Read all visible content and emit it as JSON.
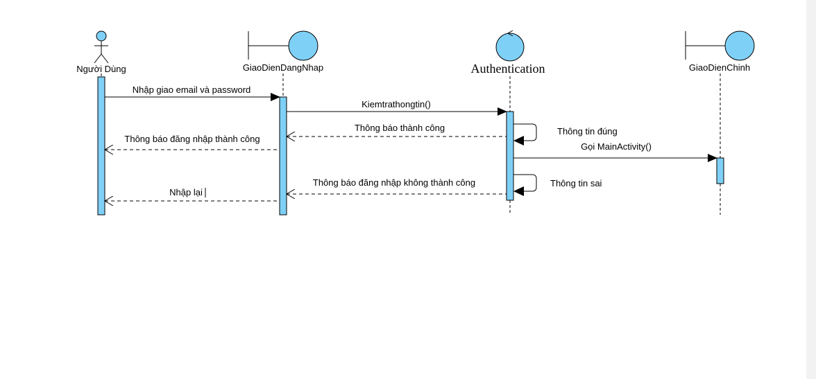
{
  "colors": {
    "fill": "#7fd0f6",
    "stroke": "#000000",
    "background": "#ffffff"
  },
  "participants": {
    "actor": {
      "label": "Người Dùng",
      "kind": "actor-icon"
    },
    "login_ui": {
      "label": "GiaoDienDangNhap",
      "kind": "boundary-icon"
    },
    "auth": {
      "label": "Authentication",
      "kind": "control-icon"
    },
    "main_ui": {
      "label": "GiaoDienChinh",
      "kind": "boundary-icon"
    }
  },
  "messages": {
    "m1": "Nhập giao email và password",
    "m2": "Kiemtrathongtin()",
    "m3": "Thông tin đúng",
    "m4": "Thông báo thành công",
    "m5": "Gọi MainActivity()",
    "m6": "Thông báo đăng nhập thành công",
    "m7": "Thông tin sai",
    "m8": "Thông báo đăng nhập không thành công",
    "m9": "Nhập lại"
  }
}
